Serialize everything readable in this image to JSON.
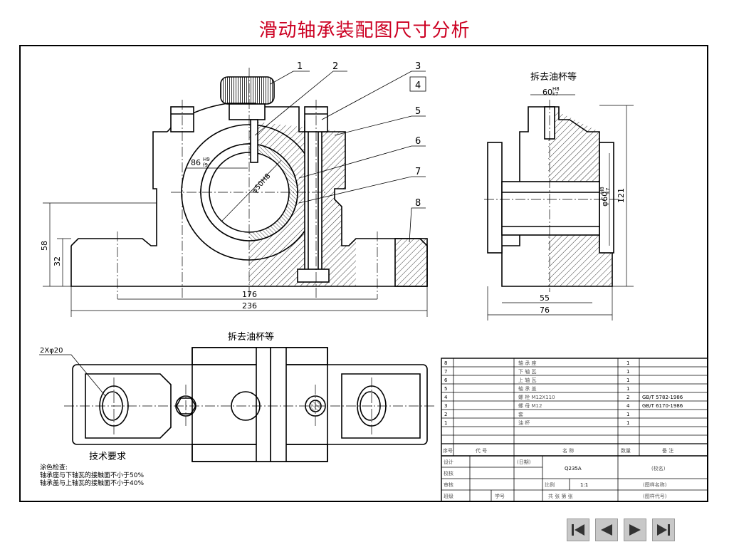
{
  "page": {
    "title": "滑动轴承装配图尺寸分析"
  },
  "front_view": {
    "part_numbers": [
      "1",
      "2",
      "3",
      "4",
      "5",
      "6",
      "7",
      "8"
    ],
    "dims": {
      "fit_86": "86",
      "fit_86_upper": "H9",
      "fit_86_lower": "f9",
      "bore_50": "φ50H8",
      "h_58": "58",
      "h_32": "32",
      "w_176": "176",
      "w_236": "236"
    }
  },
  "side_view": {
    "note": "拆去油杯等",
    "dims": {
      "d_60": "60",
      "d_60_fit_upper": "H8",
      "d_60_fit_lower": "k7",
      "d_phi60": "φ60",
      "phi60_upper": "H8",
      "phi60_lower": "k7",
      "h_121": "121",
      "w_55": "55",
      "w_76": "76"
    }
  },
  "top_view": {
    "note": "拆去油杯等",
    "hole_label": "2Xφ20"
  },
  "tech_requirements": {
    "heading": "技术要求",
    "lines": [
      "涂色检查:",
      "轴承座与下轴瓦的接触面不小于50%",
      "轴承盖与上轴瓦的接触面不小于40%"
    ]
  },
  "parts_list": {
    "rows": [
      {
        "no": "8",
        "code": "",
        "name": "轴 承 座",
        "qty": "1",
        "note": ""
      },
      {
        "no": "7",
        "code": "",
        "name": "下 轴 瓦",
        "qty": "1",
        "note": ""
      },
      {
        "no": "6",
        "code": "",
        "name": "上 轴 瓦",
        "qty": "1",
        "note": ""
      },
      {
        "no": "5",
        "code": "",
        "name": "轴 承 盖",
        "qty": "1",
        "note": ""
      },
      {
        "no": "4",
        "code": "",
        "name": "螺 栓 M12X110",
        "qty": "2",
        "note": "GB/T 5782-1986"
      },
      {
        "no": "3",
        "code": "",
        "name": "螺 母 M12",
        "qty": "4",
        "note": "GB/T 6170-1986"
      },
      {
        "no": "2",
        "code": "",
        "name": "套",
        "qty": "1",
        "note": ""
      },
      {
        "no": "1",
        "code": "",
        "name": "油 杯",
        "qty": "1",
        "note": ""
      }
    ],
    "header": {
      "no": "序号",
      "code": "代 号",
      "name": "名 称",
      "qty": "数量",
      "note": "备 注"
    }
  },
  "title_block": {
    "design": "设计",
    "date": "(日期)",
    "check": "校核",
    "review": "审核",
    "class": "班级",
    "student_no": "学号",
    "material": "Q235A",
    "school": "(校名)",
    "scale_label": "比例",
    "scale": "1:1",
    "drawing_name": "(图样名称)",
    "sheets": "共 张 第 张",
    "drawing_code": "(图样代号)"
  },
  "navigation": {
    "first": "first",
    "prev": "previous",
    "next": "next",
    "last": "last"
  }
}
